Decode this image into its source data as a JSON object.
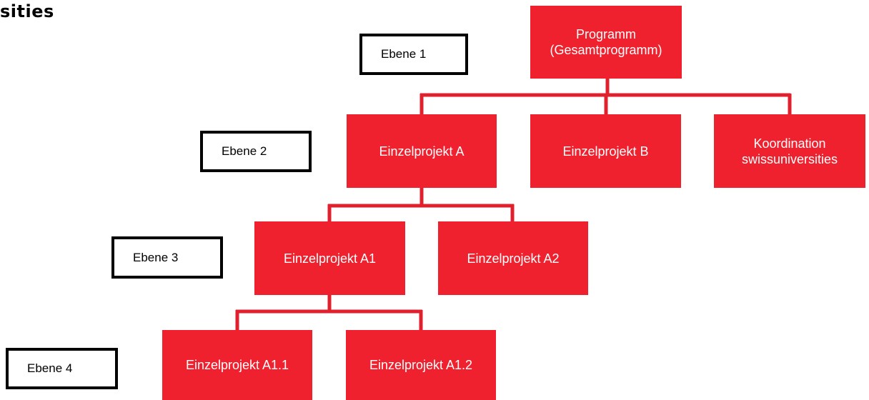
{
  "brand": {
    "logo_fragment": "sities",
    "accent_color": "#f0212e"
  },
  "levels": [
    {
      "label": "Ebene 1"
    },
    {
      "label": "Ebene 2"
    },
    {
      "label": "Ebene 3"
    },
    {
      "label": "Ebene 4"
    }
  ],
  "nodes": {
    "program": "Programm\n(Gesamtprogramm)",
    "project_a": "Einzelprojekt  A",
    "project_b": "Einzelprojekt  B",
    "coordination": "Koordination\nswissuniversities",
    "project_a1": "Einzelprojekt A1",
    "project_a2": "Einzelprojekt A2",
    "project_a1_1": "Einzelprojekt A1.1",
    "project_a1_2": "Einzelprojekt A1.2"
  }
}
